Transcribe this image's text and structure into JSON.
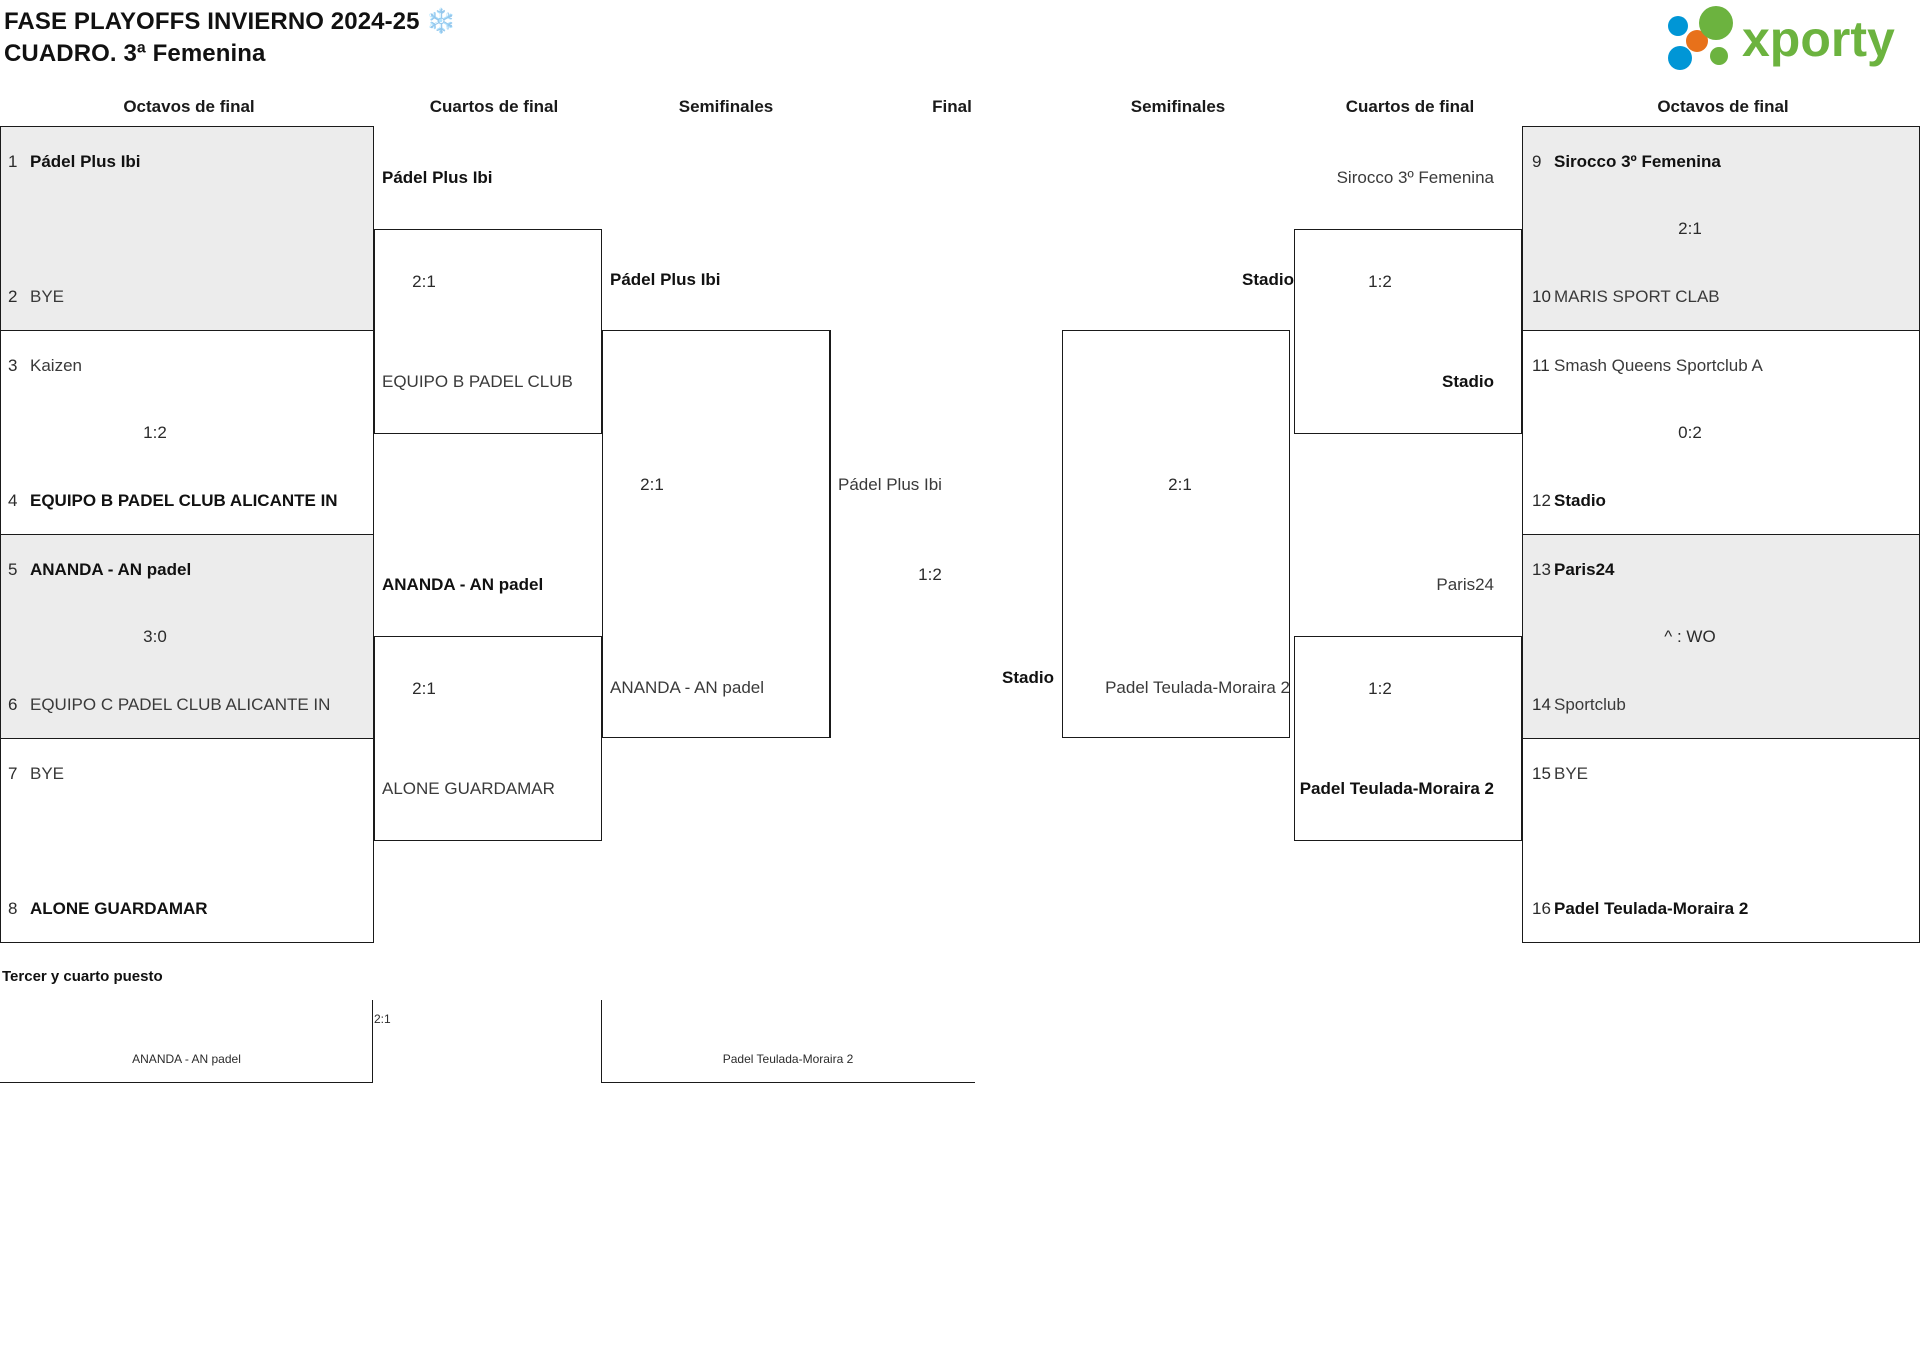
{
  "header": {
    "title_line1": "FASE PLAYOFFS INVIERNO 2024-25 ❄️",
    "title_line2": "CUADRO. 3ª Femenina",
    "logo_text": "xporty",
    "logo_colors": {
      "green": "#6cb33f",
      "blue": "#0096d6",
      "orange": "#e8711a"
    }
  },
  "rounds": {
    "left": [
      {
        "key": "l-r16",
        "label": "Octavos de final"
      },
      {
        "key": "l-qf",
        "label": "Cuartos de final"
      },
      {
        "key": "l-sf",
        "label": "Semifinales"
      }
    ],
    "final": {
      "key": "final",
      "label": "Final"
    },
    "right": [
      {
        "key": "r-sf",
        "label": "Semifinales"
      },
      {
        "key": "r-qf",
        "label": "Cuartos de final"
      },
      {
        "key": "r-r16",
        "label": "Octavos de final"
      }
    ]
  },
  "left_r16": [
    {
      "score": "",
      "shaded": true,
      "top": {
        "seed": "1",
        "name": "Pádel Plus Ibi",
        "winner": true
      },
      "bottom": {
        "seed": "2",
        "name": "BYE",
        "winner": false
      }
    },
    {
      "score": "1:2",
      "shaded": false,
      "top": {
        "seed": "3",
        "name": "Kaizen",
        "winner": false
      },
      "bottom": {
        "seed": "4",
        "name": "EQUIPO B PADEL CLUB ALICANTE IN",
        "winner": true
      }
    },
    {
      "score": "3:0",
      "shaded": true,
      "top": {
        "seed": "5",
        "name": "ANANDA - AN padel",
        "winner": true
      },
      "bottom": {
        "seed": "6",
        "name": "EQUIPO C PADEL CLUB ALICANTE IN",
        "winner": false
      }
    },
    {
      "score": "",
      "shaded": false,
      "top": {
        "seed": "7",
        "name": "BYE",
        "winner": false
      },
      "bottom": {
        "seed": "8",
        "name": "ALONE GUARDAMAR",
        "winner": true
      }
    }
  ],
  "left_qf": [
    {
      "score": "2:1",
      "top": {
        "name": "Pádel Plus Ibi",
        "winner": true
      },
      "bottom": {
        "name": "EQUIPO B PADEL CLUB",
        "winner": false
      }
    },
    {
      "score": "2:1",
      "top": {
        "name": "ANANDA - AN padel",
        "winner": true
      },
      "bottom": {
        "name": "ALONE GUARDAMAR",
        "winner": false
      }
    }
  ],
  "left_sf": [
    {
      "score": "2:1",
      "top": {
        "name": "Pádel Plus Ibi",
        "winner": true
      },
      "bottom": {
        "name": "ANANDA - AN padel",
        "winner": false
      }
    }
  ],
  "final": {
    "score": "1:2",
    "left_team": {
      "name": "Pádel Plus Ibi",
      "winner": false
    },
    "right_team": {
      "name": "Stadio",
      "winner": true
    }
  },
  "right_sf": [
    {
      "score": "2:1",
      "top": {
        "name": "Stadio",
        "winner": true
      },
      "bottom": {
        "name": "Padel Teulada-Moraira 2",
        "winner": false
      }
    }
  ],
  "right_qf": [
    {
      "score": "1:2",
      "top": {
        "name": "Sirocco 3º Femenina",
        "winner": false
      },
      "bottom": {
        "name": "Stadio",
        "winner": true
      }
    },
    {
      "score": "1:2",
      "top": {
        "name": "Paris24",
        "winner": false
      },
      "bottom": {
        "name": "Padel Teulada-Moraira 2",
        "winner": true
      }
    }
  ],
  "right_r16": [
    {
      "score": "2:1",
      "shaded": true,
      "top": {
        "seed": "9",
        "name": "Sirocco 3º Femenina",
        "winner": true
      },
      "bottom": {
        "seed": "10",
        "name": "MARIS SPORT CLAB",
        "winner": false
      }
    },
    {
      "score": "0:2",
      "shaded": false,
      "top": {
        "seed": "11",
        "name": "Smash Queens Sportclub A",
        "winner": false
      },
      "bottom": {
        "seed": "12",
        "name": "Stadio",
        "winner": true
      }
    },
    {
      "score": "^ : WO",
      "shaded": true,
      "top": {
        "seed": "13",
        "name": "Paris24",
        "winner": true
      },
      "bottom": {
        "seed": "14",
        "name": "Sportclub",
        "winner": false
      }
    },
    {
      "score": "",
      "shaded": false,
      "top": {
        "seed": "15",
        "name": "BYE",
        "winner": false
      },
      "bottom": {
        "seed": "16",
        "name": "Padel Teulada-Moraira 2",
        "winner": true
      }
    }
  ],
  "third_place": {
    "title": "Tercer y cuarto puesto",
    "score": "2:1",
    "left_team": {
      "name": "ANANDA - AN padel"
    },
    "right_team": {
      "name": "Padel Teulada-Moraira 2"
    }
  }
}
